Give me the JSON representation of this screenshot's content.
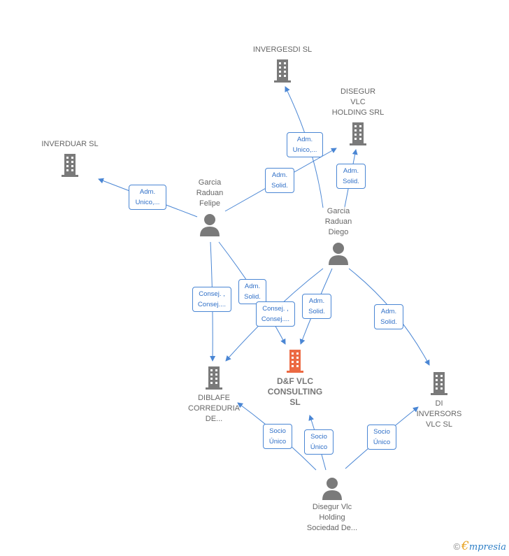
{
  "colors": {
    "company": "#7a7a7a",
    "focus": "#ec6a43",
    "person": "#7a7a7a",
    "edge": "#4a86d4"
  },
  "nodes": {
    "invergesdi": {
      "label": "INVERGESDI  SL",
      "icon": "building-icon"
    },
    "disegur_holding": {
      "label": "DISEGUR\nVLC\nHOLDING SRL",
      "icon": "building-icon"
    },
    "inverduar": {
      "label": "INVERDUAR  SL",
      "icon": "building-icon"
    },
    "felipe": {
      "label": "Garcia\nRaduan\nFelipe",
      "icon": "person-icon"
    },
    "diego": {
      "label": "Garcia\nRaduan\nDiego",
      "icon": "person-icon"
    },
    "diblafe": {
      "label": "DIBLAFE\nCORREDURIA\nDE...",
      "icon": "building-icon"
    },
    "dfvlc": {
      "label": "D&F VLC\nCONSULTING\nSL",
      "icon": "building-icon"
    },
    "di_inversors": {
      "label": "DI\nINVERSORS\nVLC  SL",
      "icon": "building-icon"
    },
    "disegur_sociedad": {
      "label": "Disegur Vlc\nHolding\nSociedad De...",
      "icon": "person-icon"
    }
  },
  "relations": [
    {
      "id": "felipe-inverduar",
      "label": "Adm.\nUnico,..."
    },
    {
      "id": "diego-invergesdi",
      "label": "Adm.\nUnico,..."
    },
    {
      "id": "felipe-disegur",
      "label": "Adm.\nSolid."
    },
    {
      "id": "diego-disegur",
      "label": "Adm.\nSolid."
    },
    {
      "id": "felipe-diblafe",
      "label": "Consej. ,\nConsej...."
    },
    {
      "id": "felipe-dfvlc",
      "label": "Adm.\nSolid."
    },
    {
      "id": "diego-diblafe",
      "label": "Consej. ,\nConsej...."
    },
    {
      "id": "diego-dfvlc",
      "label": "Adm.\nSolid."
    },
    {
      "id": "diego-inversors",
      "label": "Adm.\nSolid."
    },
    {
      "id": "sociedad-diblafe",
      "label": "Socio\nÚnico"
    },
    {
      "id": "sociedad-dfvlc",
      "label": "Socio\nÚnico"
    },
    {
      "id": "sociedad-inversors",
      "label": "Socio\nÚnico"
    }
  ],
  "watermark": {
    "copyright": "©",
    "brand_initial": "€",
    "brand_rest": "mpresia"
  }
}
